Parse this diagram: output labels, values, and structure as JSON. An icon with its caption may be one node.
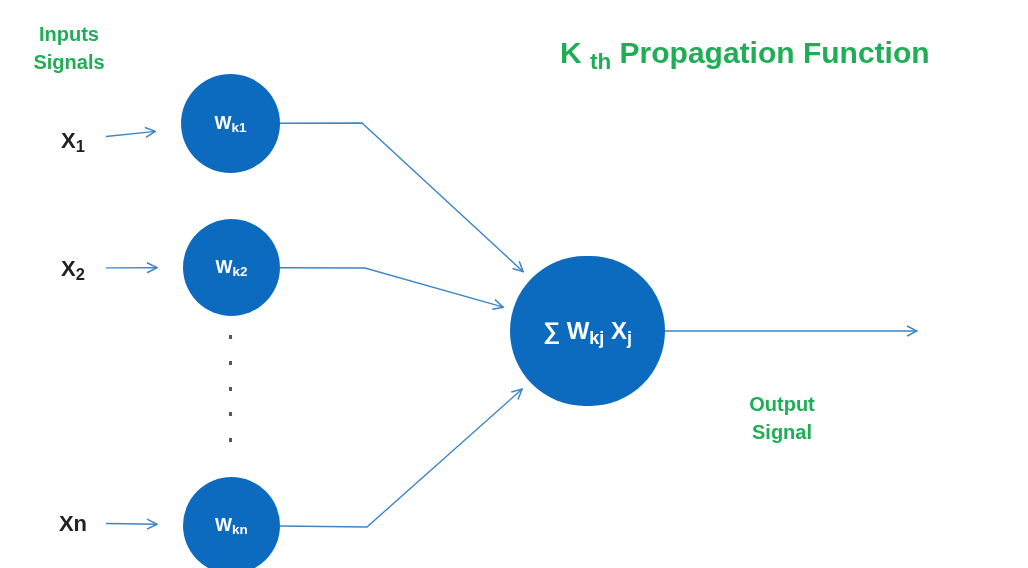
{
  "diagram": {
    "title": "K $_{th}$ Propagation Function",
    "nodes": [
      {
        "text": [
          "X$_{1}$"
        ]
      },
      {
        "text": [
          "W$_{k1}$"
        ]
      },
      {
        "text": [
          "X$_{2}$"
        ]
      },
      {
        "text": [
          "W$_{k2}$"
        ]
      },
      {
        "text": [
          "Xn"
        ]
      },
      {
        "text": [
          "W$_{kn}$"
        ]
      },
      {
        "text": [
          "∑ W$_{kj}$ X$_{j}$"
        ]
      }
    ],
    "edges": [
      {
        "from": 0,
        "to": 1,
        "arrow": "to"
      },
      {
        "from": 2,
        "to": 3,
        "arrow": "to"
      },
      {
        "from": 4,
        "to": 5,
        "arrow": "to"
      },
      {
        "from": 1,
        "to": 6,
        "arrow": "to"
      },
      {
        "from": 3,
        "to": 6,
        "arrow": "to"
      },
      {
        "from": 5,
        "to": 6,
        "arrow": "to"
      },
      {
        "from": 6,
        "to": null,
        "arrow": "to"
      }
    ],
    "labels": [
      "Inputs Signals",
      "Output Signal"
    ]
  }
}
